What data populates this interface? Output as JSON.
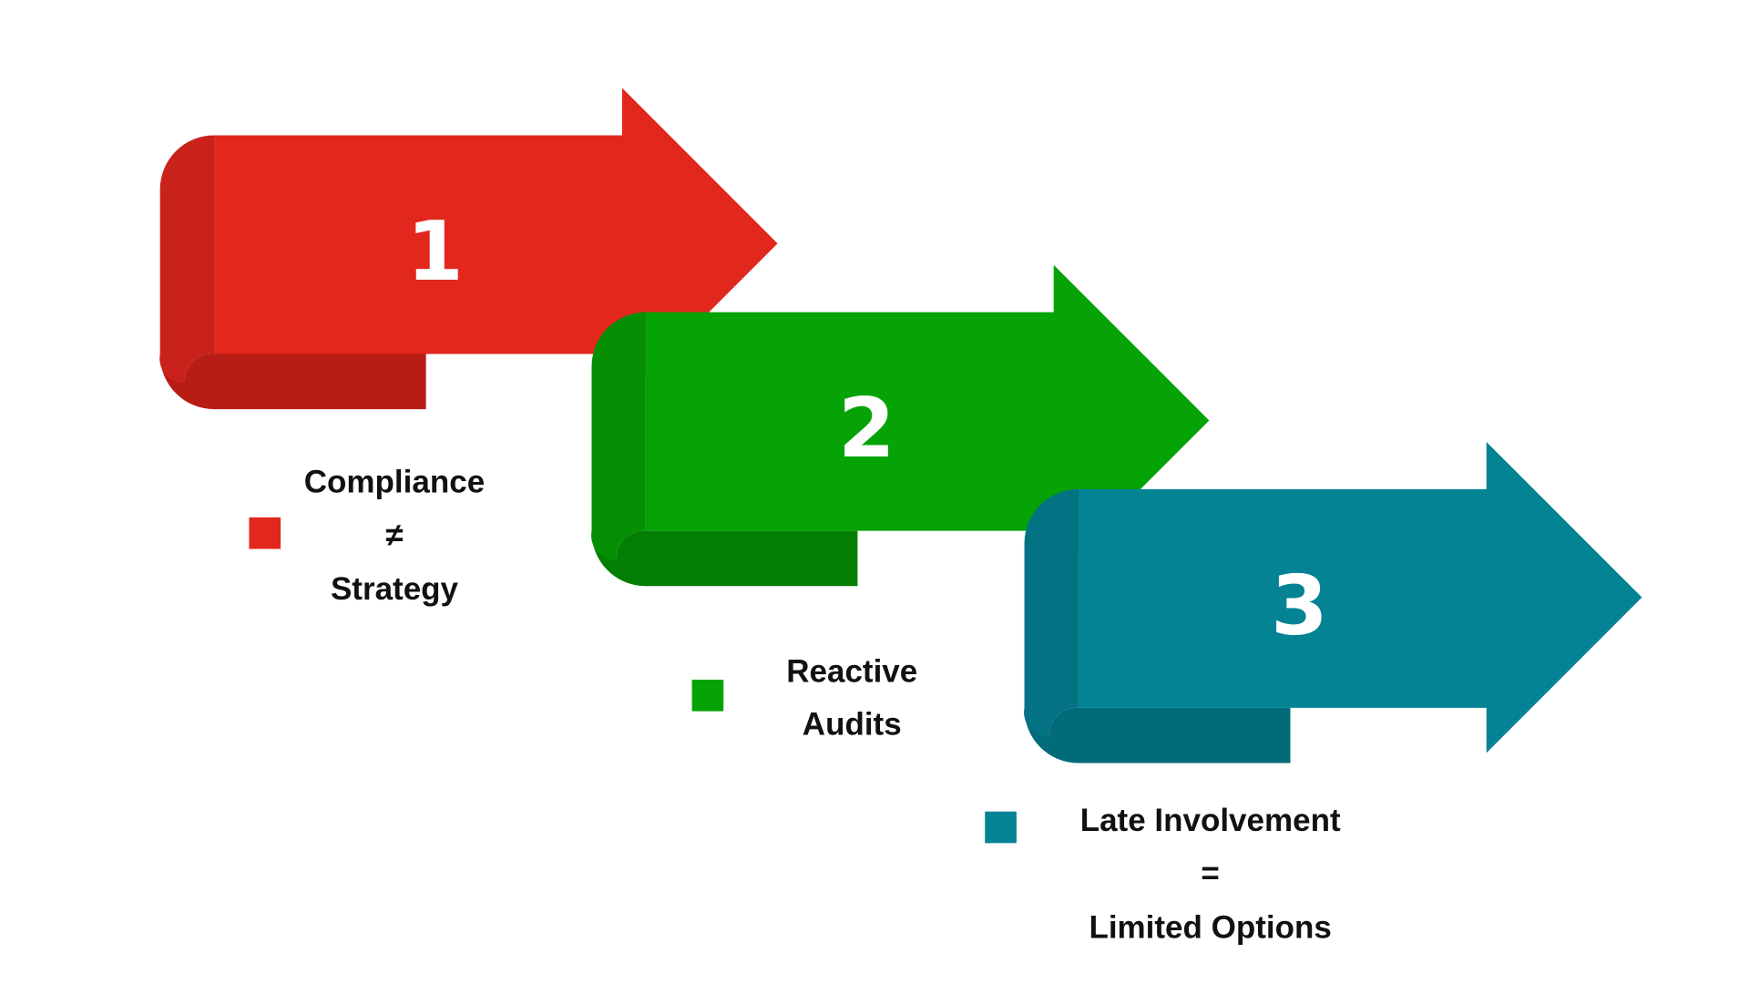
{
  "steps": [
    {
      "number": "1",
      "color": "#e2271d",
      "tab_color": "#c8221a",
      "fold_color": "#b71c15",
      "marker_color": "#e2271d",
      "label_lines": [
        "Compliance",
        "≠",
        "Strategy"
      ]
    },
    {
      "number": "2",
      "color": "#06a306",
      "tab_color": "#048f04",
      "fold_color": "#027f02",
      "marker_color": "#06a306",
      "label_lines": [
        "Reactive",
        "Audits"
      ]
    },
    {
      "number": "3",
      "color": "#038394",
      "tab_color": "#037383",
      "fold_color": "#026b79",
      "marker_color": "#038394",
      "label_lines": [
        "Late Involvement",
        "=",
        "Limited Options"
      ]
    }
  ],
  "number_text_color": "#ffffff"
}
